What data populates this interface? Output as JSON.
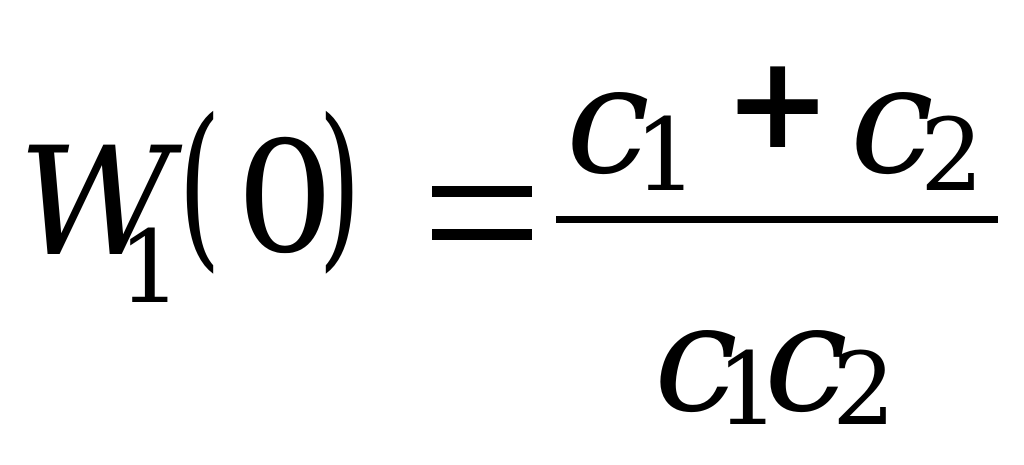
{
  "equation": {
    "lhs": {
      "variable": "W",
      "subscript": "1",
      "paren_open": "(",
      "argument": "0",
      "paren_close": ")"
    },
    "numerator": {
      "term1": "c",
      "term1_subscript": "1",
      "operator": "+",
      "term2": "c",
      "term2_subscript": "2"
    },
    "denominator": {
      "term1": "c",
      "term1_subscript": "1",
      "term2": "c",
      "term2_subscript": "2"
    }
  }
}
